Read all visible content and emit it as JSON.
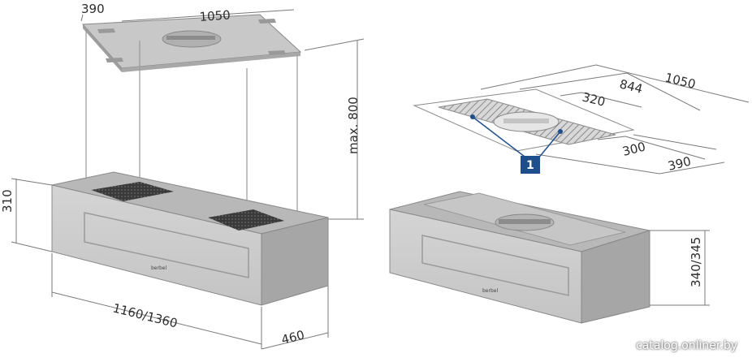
{
  "left_view": {
    "dims": {
      "top_depth": "390",
      "top_width": "1050",
      "height_max": "max. 800",
      "body_height": "310",
      "body_length": "1160/1360",
      "body_depth": "460"
    },
    "brand": "berbel"
  },
  "right_view": {
    "dims": {
      "outer_width": "1050",
      "inner_width": "844",
      "cutout_width": "320",
      "cutout_depth": "300",
      "outer_depth": "390",
      "body_height": "340/345"
    },
    "callout": "1",
    "brand": "berbel"
  },
  "colors": {
    "body": "#c9c9c9",
    "body_dark": "#9d9d9d",
    "callout_bg": "#1f4e8c"
  },
  "watermark": "catalog.onliner.by"
}
